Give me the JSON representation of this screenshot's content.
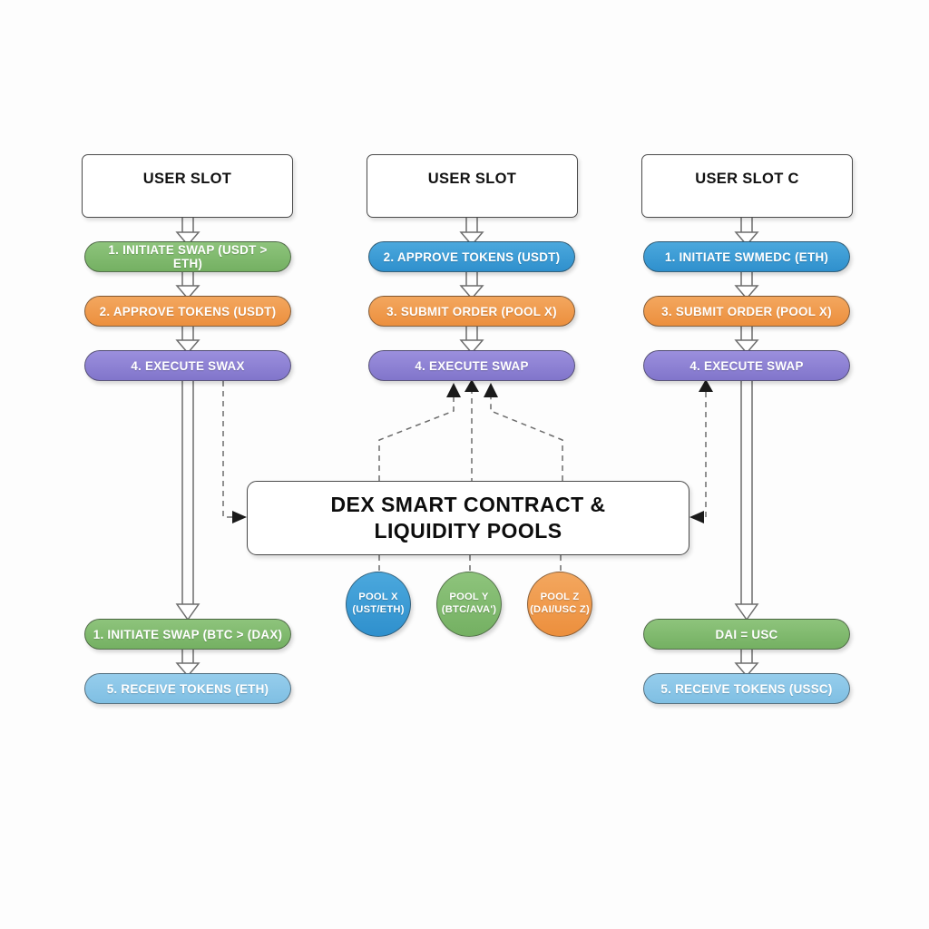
{
  "diagram": {
    "title": "DEX swap flow across three user slots",
    "background": "#fdfdfd",
    "palette": {
      "green": "#7cb86a",
      "blue": "#3d9bd6",
      "orange": "#ef9a4d",
      "purple": "#8b7fd4",
      "light_blue": "#89c6e8",
      "box_border": "#4a4a4a",
      "connector": "#6d6d6d",
      "text_dark": "#111111",
      "text_light": "#ffffff"
    }
  },
  "columns": [
    {
      "id": "a",
      "header": "USER SLOT",
      "steps": [
        {
          "label": "1. INITIATE SWAP (USDT > ETH)",
          "color": "green"
        },
        {
          "label": "2. APPROVE TOKENS (USDT)",
          "color": "orange"
        },
        {
          "label": "4. EXECUTE SWAX",
          "color": "purple"
        }
      ],
      "tail": [
        {
          "label": "1. INITIATE SWAP (BTC > (DAX)",
          "color": "green"
        },
        {
          "label": "5. RECEIVE TOKENS (ETH)",
          "color": "light_blue"
        }
      ]
    },
    {
      "id": "b",
      "header": "USER SLOT",
      "steps": [
        {
          "label": "2. APPROVE TOKENS (USDT)",
          "color": "blue"
        },
        {
          "label": "3. SUBMIT ORDER (POOL X)",
          "color": "orange"
        },
        {
          "label": "4. EXECUTE SWAP",
          "color": "purple"
        }
      ],
      "tail": []
    },
    {
      "id": "c",
      "header": "USER SLOT C",
      "steps": [
        {
          "label": "1. INITIATE SWMEDC (ETH)",
          "color": "blue"
        },
        {
          "label": "3. SUBMIT ORDER (POOL X)",
          "color": "orange"
        },
        {
          "label": "4. EXECUTE SWAP",
          "color": "purple"
        }
      ],
      "tail": [
        {
          "label": "DAI = USC",
          "color": "green"
        },
        {
          "label": "5. RECEIVE TOKENS (USSC)",
          "color": "light_blue"
        }
      ]
    }
  ],
  "contract": {
    "line1": "DEX SMART CONTRACT &",
    "line2": "LIQUIDITY POOLS"
  },
  "pools": [
    {
      "name": "POOL X",
      "pair": "(UST/ETH)",
      "color": "blue"
    },
    {
      "name": "POOL Y",
      "pair": "(BTC/AVA')",
      "color": "green"
    },
    {
      "name": "POOL Z",
      "pair": "(DAI/USC Z)",
      "color": "orange"
    }
  ]
}
